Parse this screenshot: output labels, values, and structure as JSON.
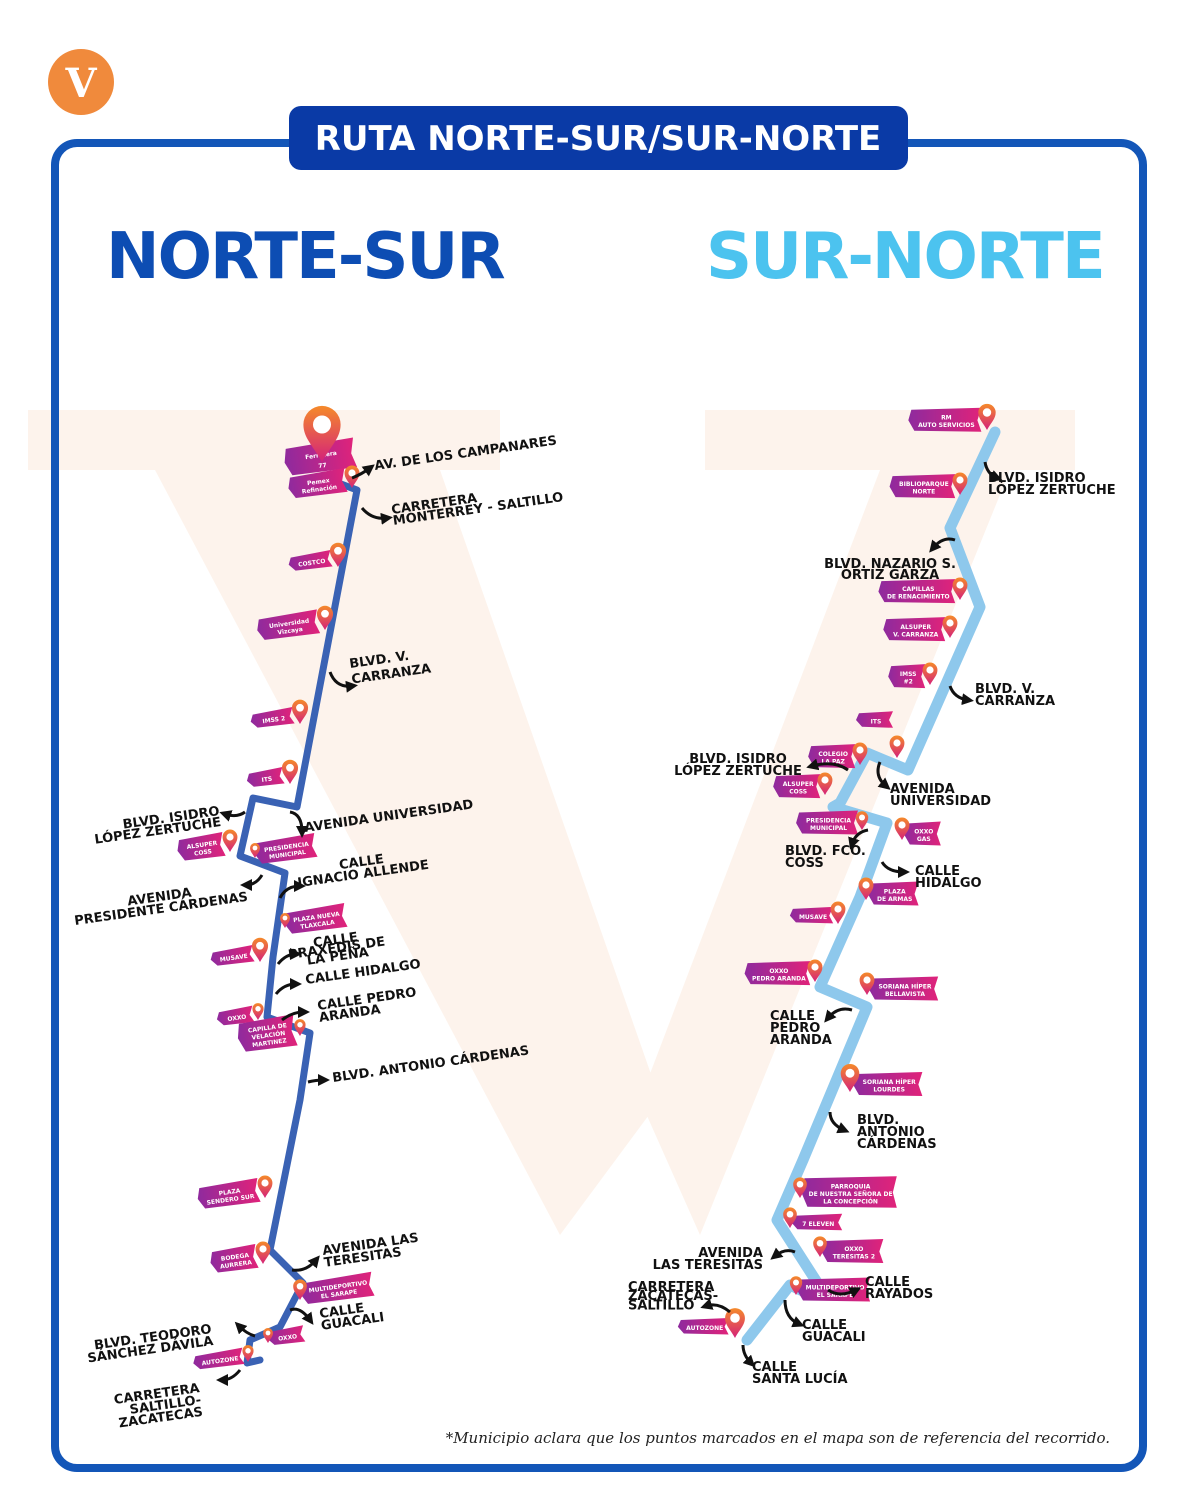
{
  "logo": {
    "letter": "V"
  },
  "title": "RUTA NORTE-SUR/SUR-NORTE",
  "colors": {
    "logo_orange": "#f08a3c",
    "frame_blue": "#1356b8",
    "title_bg": "#0a3aa6",
    "norte_sur_route": "#3a62b4",
    "sur_norte_route": "#8ec8ec",
    "norte_sur_heading": "#0d4db3",
    "sur_norte_heading": "#4cc3ef",
    "pin_top": "#f58a2a",
    "pin_bottom": "#d4217a",
    "tag_left": "#8e2a9e",
    "tag_right": "#e0237a",
    "watermark": "#fdf3ec"
  },
  "norte_sur": {
    "heading": "NORTE-SUR",
    "stops": [
      {
        "lines": [
          "Ferretera",
          "77"
        ]
      },
      {
        "lines": [
          "Pemex",
          "Refinación"
        ]
      },
      {
        "lines": [
          "COSTCO"
        ]
      },
      {
        "lines": [
          "Universidad",
          "Vizcaya"
        ]
      },
      {
        "lines": [
          "IMSS 2"
        ]
      },
      {
        "lines": [
          "ITS"
        ]
      },
      {
        "lines": [
          "ALSUPER",
          "COSS"
        ]
      },
      {
        "lines": [
          "PRESIDENCIA",
          "MUNICIPAL"
        ]
      },
      {
        "lines": [
          "PLAZA NUEVA",
          "TLAXCALA"
        ]
      },
      {
        "lines": [
          "MUSAVE"
        ]
      },
      {
        "lines": [
          "OXXO"
        ]
      },
      {
        "lines": [
          "CAPILLA DE",
          "VELACIÓN",
          "MARTINEZ"
        ]
      },
      {
        "lines": [
          "PLAZA",
          "SENDERO SUR"
        ]
      },
      {
        "lines": [
          "BODEGA",
          "AURRERA"
        ]
      },
      {
        "lines": [
          "MULTIDEPORTIVO",
          "EL SARAPE"
        ]
      },
      {
        "lines": [
          "OXXO"
        ]
      },
      {
        "lines": [
          "AUTOZONE"
        ]
      }
    ],
    "streets": [
      {
        "lines": [
          "AV. DE LOS CAMPANARES"
        ]
      },
      {
        "lines": [
          "CARRETERA",
          "MONTERREY - SALTILLO"
        ]
      },
      {
        "lines": [
          "BLVD. V.",
          "CARRANZA"
        ]
      },
      {
        "lines": [
          "AVENIDA UNIVERSIDAD"
        ]
      },
      {
        "lines": [
          "BLVD. ISIDRO",
          "LÓPEZ ZERTUCHE"
        ]
      },
      {
        "lines": [
          "CALLE",
          "IGNACIO ALLENDE"
        ]
      },
      {
        "lines": [
          "AVENIDA",
          "PRESIDENTE CÁRDENAS"
        ]
      },
      {
        "lines": [
          "CALLE",
          "PRAXEDIS DE",
          "LA PEÑA"
        ]
      },
      {
        "lines": [
          "CALLE HIDALGO"
        ]
      },
      {
        "lines": [
          "CALLE PEDRO",
          "ARANDA"
        ]
      },
      {
        "lines": [
          "BLVD. ANTONIO CÁRDENAS"
        ]
      },
      {
        "lines": [
          "AVENIDA LAS",
          "TERESITAS"
        ]
      },
      {
        "lines": [
          "CALLE",
          "GUACALI"
        ]
      },
      {
        "lines": [
          "BLVD. TEODORO",
          "SÁNCHEZ DÁVILA"
        ]
      },
      {
        "lines": [
          "CARRETERA",
          "SALTILLO-",
          "ZACATECAS"
        ]
      }
    ]
  },
  "sur_norte": {
    "heading": "SUR-NORTE",
    "stops": [
      {
        "lines": [
          "RM",
          "AUTO SERVICIOS"
        ]
      },
      {
        "lines": [
          "BIBLIOPARQUE",
          "NORTE"
        ]
      },
      {
        "lines": [
          "CAPILLAS",
          "DE RENACIMIENTO"
        ]
      },
      {
        "lines": [
          "ALSUPER",
          "V. CARRANZA"
        ]
      },
      {
        "lines": [
          "IMSS",
          "#2"
        ]
      },
      {
        "lines": [
          "ITS"
        ]
      },
      {
        "lines": [
          "COLEGIO",
          "LA PAZ"
        ]
      },
      {
        "lines": [
          "ALSUPER",
          "COSS"
        ]
      },
      {
        "lines": [
          "PRESIDENCIA",
          "MUNICIPAL"
        ]
      },
      {
        "lines": [
          "OXXO",
          "GAS"
        ]
      },
      {
        "lines": [
          "PLAZA",
          "DE ARMAS"
        ]
      },
      {
        "lines": [
          "MUSAVE"
        ]
      },
      {
        "lines": [
          "OXXO",
          "PEDRO ARANDA"
        ]
      },
      {
        "lines": [
          "SORIANA HÍPER",
          "BELLAVISTA"
        ]
      },
      {
        "lines": [
          "SORIANA HÍPER",
          "LOURDES"
        ]
      },
      {
        "lines": [
          "PARROQUIA",
          "DE NUESTRA SEÑORA DE",
          "LA CONCEPCIÓN"
        ]
      },
      {
        "lines": [
          "7 ELEVEN"
        ]
      },
      {
        "lines": [
          "OXXO",
          "TERESITAS 2"
        ]
      },
      {
        "lines": [
          "MULTIDEPORTIVO",
          "EL SARAPE"
        ]
      },
      {
        "lines": [
          "AUTOZONE"
        ]
      }
    ],
    "streets": [
      {
        "lines": [
          "BLVD. ISIDRO",
          "LÓPEZ ZERTUCHE"
        ]
      },
      {
        "lines": [
          "BLVD. NAZARIO S.",
          "ORTIZ GARZA"
        ]
      },
      {
        "lines": [
          "BLVD. V.",
          "CARRANZA"
        ]
      },
      {
        "lines": [
          "BLVD. ISIDRO",
          "LÓPEZ ZERTUCHE"
        ]
      },
      {
        "lines": [
          "AVENIDA",
          "UNIVERSIDAD"
        ]
      },
      {
        "lines": [
          "BLVD. FCO.",
          "COSS"
        ]
      },
      {
        "lines": [
          "CALLE",
          "HIDALGO"
        ]
      },
      {
        "lines": [
          "CALLE",
          "PEDRO",
          "ARANDA"
        ]
      },
      {
        "lines": [
          "BLVD.",
          "ANTONIO",
          "CÁRDENAS"
        ]
      },
      {
        "lines": [
          "AVENIDA",
          "LAS TERESITAS"
        ]
      },
      {
        "lines": [
          "CALLE",
          "RAYADOS"
        ]
      },
      {
        "lines": [
          "CARRETERA",
          "ZACATECAS-",
          "SALTILLO"
        ]
      },
      {
        "lines": [
          "CALLE",
          "GUACALI"
        ]
      },
      {
        "lines": [
          "CALLE",
          "SANTA LUCÍA"
        ]
      }
    ]
  },
  "footnote": "*Municipio aclara que los puntos marcados en el mapa son de referencia del recorrido."
}
